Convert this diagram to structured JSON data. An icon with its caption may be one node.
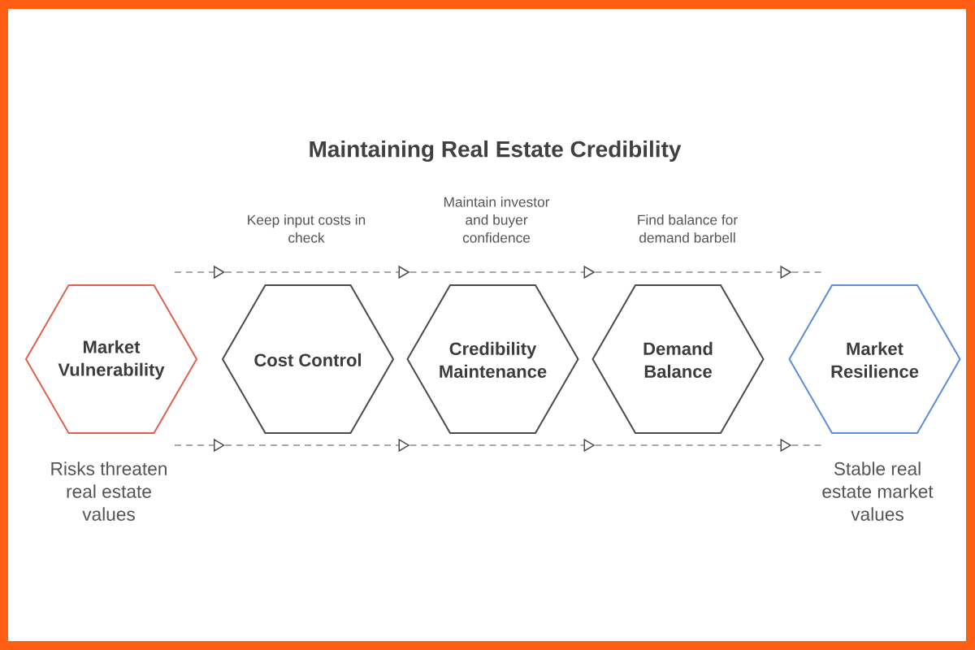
{
  "diagram": {
    "title": "Maintaining Real Estate Credibility",
    "nodes": [
      {
        "text": [
          "Market Vulnerability"
        ],
        "beside": [
          "Risks threaten real estate values"
        ]
      },
      {
        "text": [
          "Cost Control"
        ],
        "beside": [
          "Keep input costs in check"
        ]
      },
      {
        "text": [
          "Credibility Maintenance"
        ],
        "beside": [
          "Maintain investor and buyer confidence"
        ]
      },
      {
        "text": [
          "Demand Balance"
        ],
        "beside": [
          "Find balance for demand barbell"
        ]
      },
      {
        "text": [
          "Market Resilience"
        ],
        "beside": [
          "Stable real estate market values"
        ]
      }
    ],
    "edges": [
      {
        "from": 0,
        "to": 1,
        "arrow": "to",
        "style": "dashed"
      },
      {
        "from": 1,
        "to": 2,
        "arrow": "to",
        "style": "dashed"
      },
      {
        "from": 2,
        "to": 3,
        "arrow": "to",
        "style": "dashed"
      },
      {
        "from": 3,
        "to": 4,
        "arrow": "to",
        "style": "dashed"
      },
      {
        "from": 0,
        "to": 1,
        "arrow": "to",
        "style": "dashed"
      },
      {
        "from": 1,
        "to": 2,
        "arrow": "to",
        "style": "dashed"
      },
      {
        "from": 2,
        "to": 3,
        "arrow": "to",
        "style": "dashed"
      },
      {
        "from": 3,
        "to": 4,
        "arrow": "to",
        "style": "dashed"
      }
    ]
  }
}
